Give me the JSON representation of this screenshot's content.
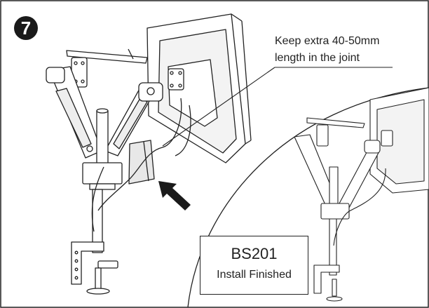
{
  "step": {
    "number": "7"
  },
  "callout": {
    "line1": "Keep extra 40-50mm",
    "line2": "length in the joint"
  },
  "model_box": {
    "code": "BS201",
    "status": "Install Finished"
  },
  "colors": {
    "line": "#222222",
    "fill": "#ffffff",
    "shade": "#e8e8e8",
    "dark": "#1a1a1a"
  }
}
